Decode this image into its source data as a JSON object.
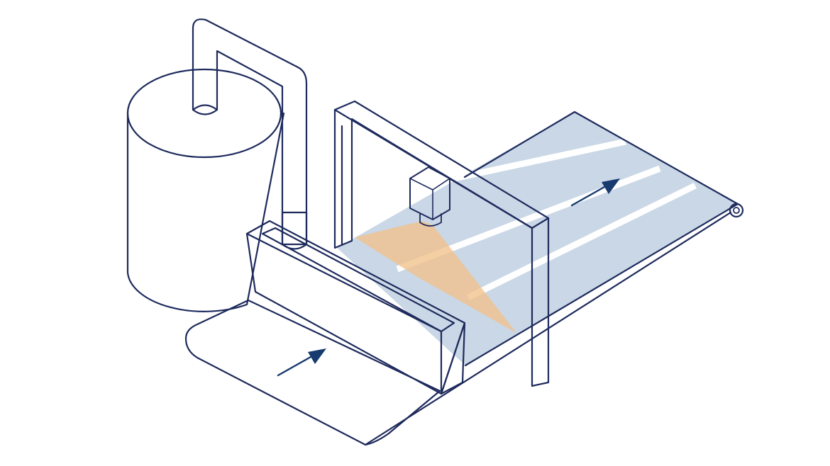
{
  "diagram": {
    "kind": "isometric-line-illustration",
    "subject": "coating-line-with-camera-inspection",
    "components": [
      "paper-roll",
      "feed-pipe",
      "coating-trough",
      "inspection-gantry",
      "camera",
      "conveyor-belt",
      "direction-arrow-in",
      "direction-arrow-out"
    ]
  },
  "colors": {
    "outline": "#1d2a5c",
    "belt_fill": "#c9d7e6",
    "belt_stripe": "#ffffff",
    "camera_body": "#7f9cc0",
    "camera_lens": "#6a88b0",
    "camera_cone": "#f2c28a",
    "arrow": "#173a6f",
    "background": "#ffffff"
  }
}
